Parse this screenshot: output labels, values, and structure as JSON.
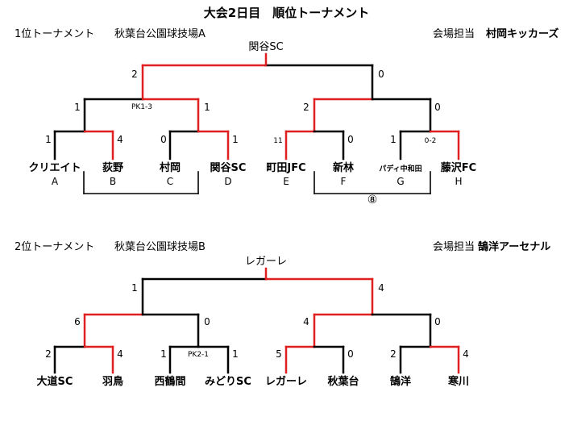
{
  "title": "大会2日目　順位トーナメント",
  "b1": {
    "header": "1位トーナメント",
    "venue": "秋葉台公園球技場A",
    "manager_label": "会場担当",
    "manager": "村岡キッカーズ",
    "winner": "関谷SC",
    "final_scores": [
      "2",
      "0"
    ],
    "semi_scores": [
      "1",
      "1",
      "2",
      "0"
    ],
    "pk_semi": "PK1-3",
    "r1_scores": [
      "1",
      "4",
      "0",
      "1",
      "11",
      "0",
      "1",
      "0-2"
    ],
    "teams": [
      "クリエイト",
      "荻野",
      "村岡",
      "関谷SC",
      "町田JFC",
      "新林",
      "パディ中和田",
      "藤沢FC"
    ],
    "letters": [
      "A",
      "B",
      "C",
      "D",
      "E",
      "F",
      "G",
      "H"
    ],
    "match_no": "⑧"
  },
  "b2": {
    "header": "2位トーナメント",
    "venue": "秋葉台公園球技場B",
    "manager_label": "会場担当",
    "manager": "鵠洋アーセナル",
    "winner": "レガーレ",
    "final_scores": [
      "1",
      "4"
    ],
    "semi_scores": [
      "6",
      "0",
      "4",
      "0"
    ],
    "r1_scores": [
      "2",
      "4",
      "1",
      "1",
      "5",
      "0",
      "2",
      "4"
    ],
    "pk_r1": "PK2-1",
    "teams": [
      "大道SC",
      "羽鳥",
      "西鶴間",
      "みどりSC",
      "レガーレ",
      "秋葉台",
      "鵠洋",
      "寒川"
    ]
  },
  "colors": {
    "win": "#e02020",
    "line": "#000000"
  }
}
